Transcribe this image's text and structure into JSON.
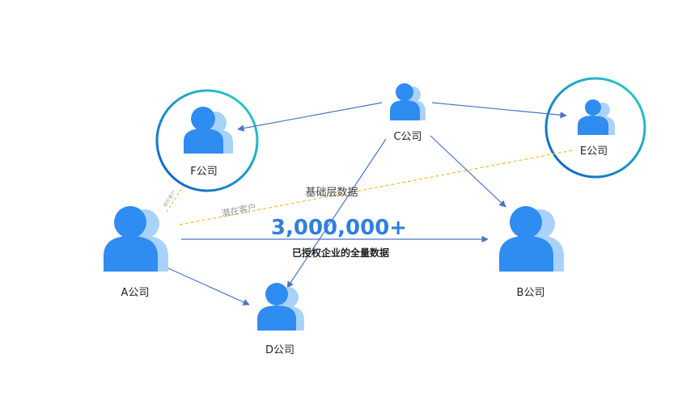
{
  "nodes": {
    "a": {
      "label": "A公司"
    },
    "b": {
      "label": "B公司"
    },
    "c": {
      "label": "C公司"
    },
    "d": {
      "label": "D公司"
    },
    "e": {
      "label": "E公司"
    },
    "f": {
      "label": "F公司"
    }
  },
  "labels": {
    "base_layer": "基础层数据",
    "potential_customer": "潜在客户",
    "potential_customer_small": "潜在客户",
    "big_number": "3,000,000+",
    "subtitle": "已授权企业的全量数据"
  },
  "colors": {
    "person_front": "#2F8CF0",
    "person_back": "#A9D2F8",
    "arrow": "#4A74C4",
    "dashed_line": "#F5B73B",
    "circle_gradient_start": "#0A5BC4",
    "circle_gradient_end": "#2ED3C4",
    "big_number": "#2F7FE0"
  }
}
